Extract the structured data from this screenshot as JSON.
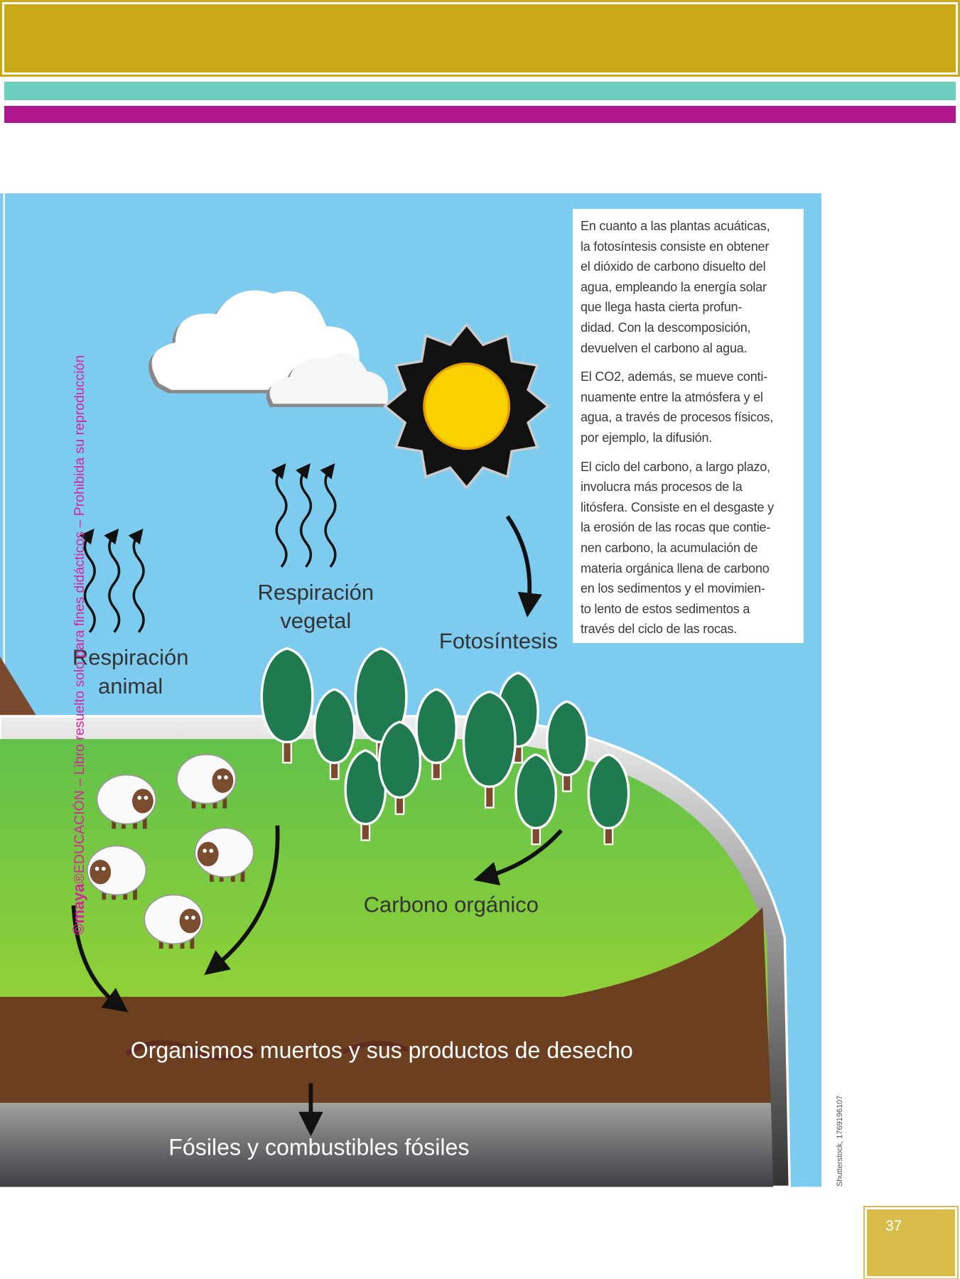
{
  "header_bands": {
    "gold": "#c9a916",
    "teal": "#6dcfbf",
    "magenta": "#b0178f"
  },
  "diagram": {
    "labels": {
      "animal_respiration_line1": "Respiración",
      "animal_respiration_line2": "animal",
      "plant_respiration_line1": "Respiración",
      "plant_respiration_line2": "vegetal",
      "photosynthesis": "Fotosíntesis",
      "organic_carbon": "Carbono orgánico",
      "dead_organisms": "Organismos muertos y sus productos de desecho",
      "fossils": "Fósiles y combustibles fósiles"
    },
    "colors": {
      "sky": "#7ecbf0",
      "grass": "#7fcf3a",
      "soil": "#6b3f1f",
      "rock": "#7a7a7a",
      "sun": "#f9d100",
      "tree": "#1f7a50"
    }
  },
  "textbox": {
    "paragraphs": [
      [
        "En cuanto a las plantas acuáticas,",
        "la fotosíntesis consiste en obtener",
        "el dióxido de carbono disuelto del",
        "agua, empleando la energía solar",
        "que llega hasta cierta profun-",
        "didad. Con la descomposición,",
        "devuelven el carbono al agua."
      ],
      [
        "El CO2, además, se mueve conti-",
        "nuamente entre la atmósfera y el",
        "agua, a través de procesos físicos,",
        "por ejemplo, la difusión."
      ],
      [
        "El ciclo del carbono, a largo plazo,",
        "involucra más procesos de la",
        "litósfera. Consiste en el desgaste y",
        "la erosión de las rocas que contie-",
        "nen carbono, la acumulación de",
        "materia orgánica llena de carbono",
        "en los sedimentos y el movimien-",
        "to lento de estos sedimentos a",
        "través del ciclo de las rocas."
      ]
    ]
  },
  "watermark": {
    "logo": "©maya",
    "text": "®EDUCACIÓN – Libro resuelto solo para fines didácticos – Prohibida su reproducción"
  },
  "image_credit": "Shutterstock, 1769196107",
  "page_number": "37"
}
